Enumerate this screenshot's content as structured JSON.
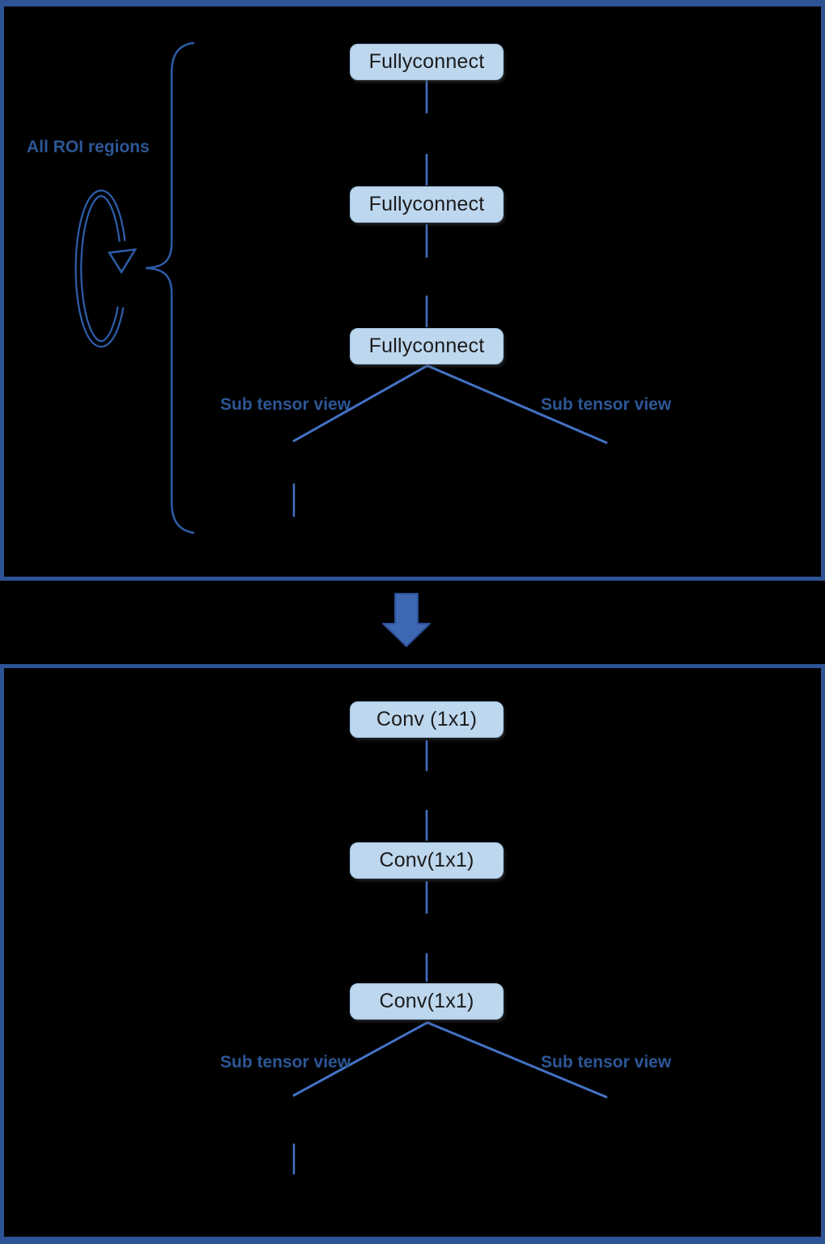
{
  "colors": {
    "background": "#000000",
    "panel_border": "#2e5496",
    "node_fill": "#bdd7ee",
    "node_border": "#9abede",
    "node_text": "#1b1b1b",
    "line": "#4472c4",
    "label_text": "#2d5796",
    "annotation": "#2e5da8",
    "arrow_fill": "#3e68b2",
    "arrow_border": "#2a5096"
  },
  "top_panel": {
    "annotation_label": "All ROI regions",
    "nodes": [
      "Fullyconnect",
      "Fullyconnect",
      "Fullyconnect"
    ],
    "branch_labels": {
      "left": "Sub tensor view",
      "right": "Sub tensor view"
    }
  },
  "bottom_panel": {
    "nodes": [
      "Conv (1x1)",
      "Conv(1x1)",
      "Conv(1x1)"
    ],
    "branch_labels": {
      "left": "Sub tensor view",
      "right": "Sub tensor view"
    }
  },
  "icons": {
    "loop_arrow": "loop-iteration-arrow",
    "curly_brace": "grouping-brace",
    "down_arrow": "transform-down-arrow"
  }
}
